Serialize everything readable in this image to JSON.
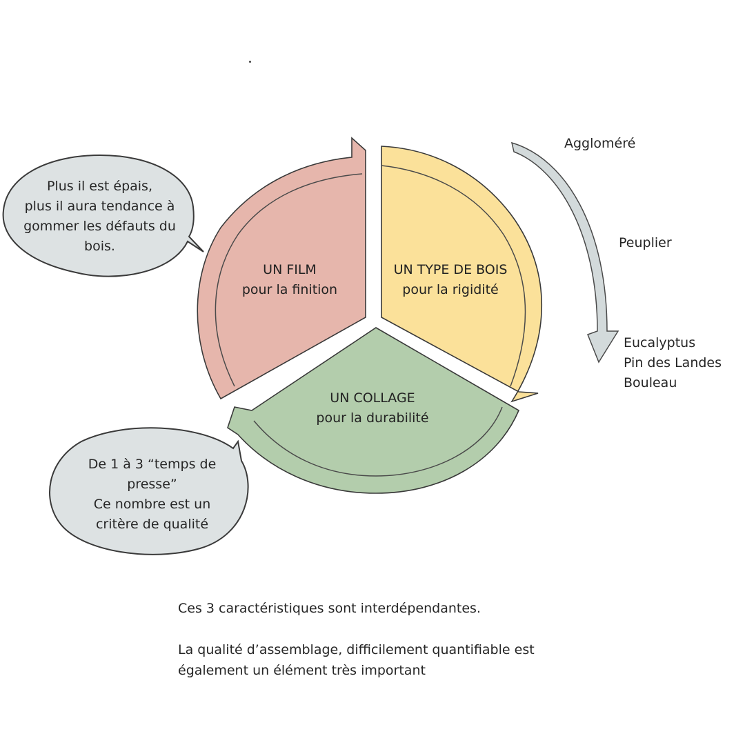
{
  "segments": {
    "film": {
      "title": "UN FILM",
      "subtitle": "pour la finition",
      "color": "#e6b6ac"
    },
    "bois": {
      "title": "UN TYPE DE BOIS",
      "subtitle": "pour la rigidité",
      "color": "#fbe19a"
    },
    "collage": {
      "title": "UN COLLAGE",
      "subtitle": "pour la durabilité",
      "color": "#b3cdac"
    }
  },
  "wood_scale": {
    "top": "Aggloméré",
    "middle": "Peuplier",
    "bottom": [
      "Eucalyptus",
      "Pin des Landes",
      "Bouleau"
    ],
    "arrow_color": "#d3dadb"
  },
  "bubbles": {
    "film": [
      "Plus il est épais,",
      "plus il aura tendance à",
      "gommer les défauts du",
      "bois."
    ],
    "collage": [
      "De 1 à 3 “temps de",
      "presse”",
      "Ce nombre est un",
      "critère de qualité"
    ],
    "color": "#dde2e3"
  },
  "footer": {
    "line1": "Ces 3 caractéristiques sont interdépendantes.",
    "line2": "La qualité d’assemblage, difficilement quantifiable est",
    "line3": "également un élément très important"
  }
}
